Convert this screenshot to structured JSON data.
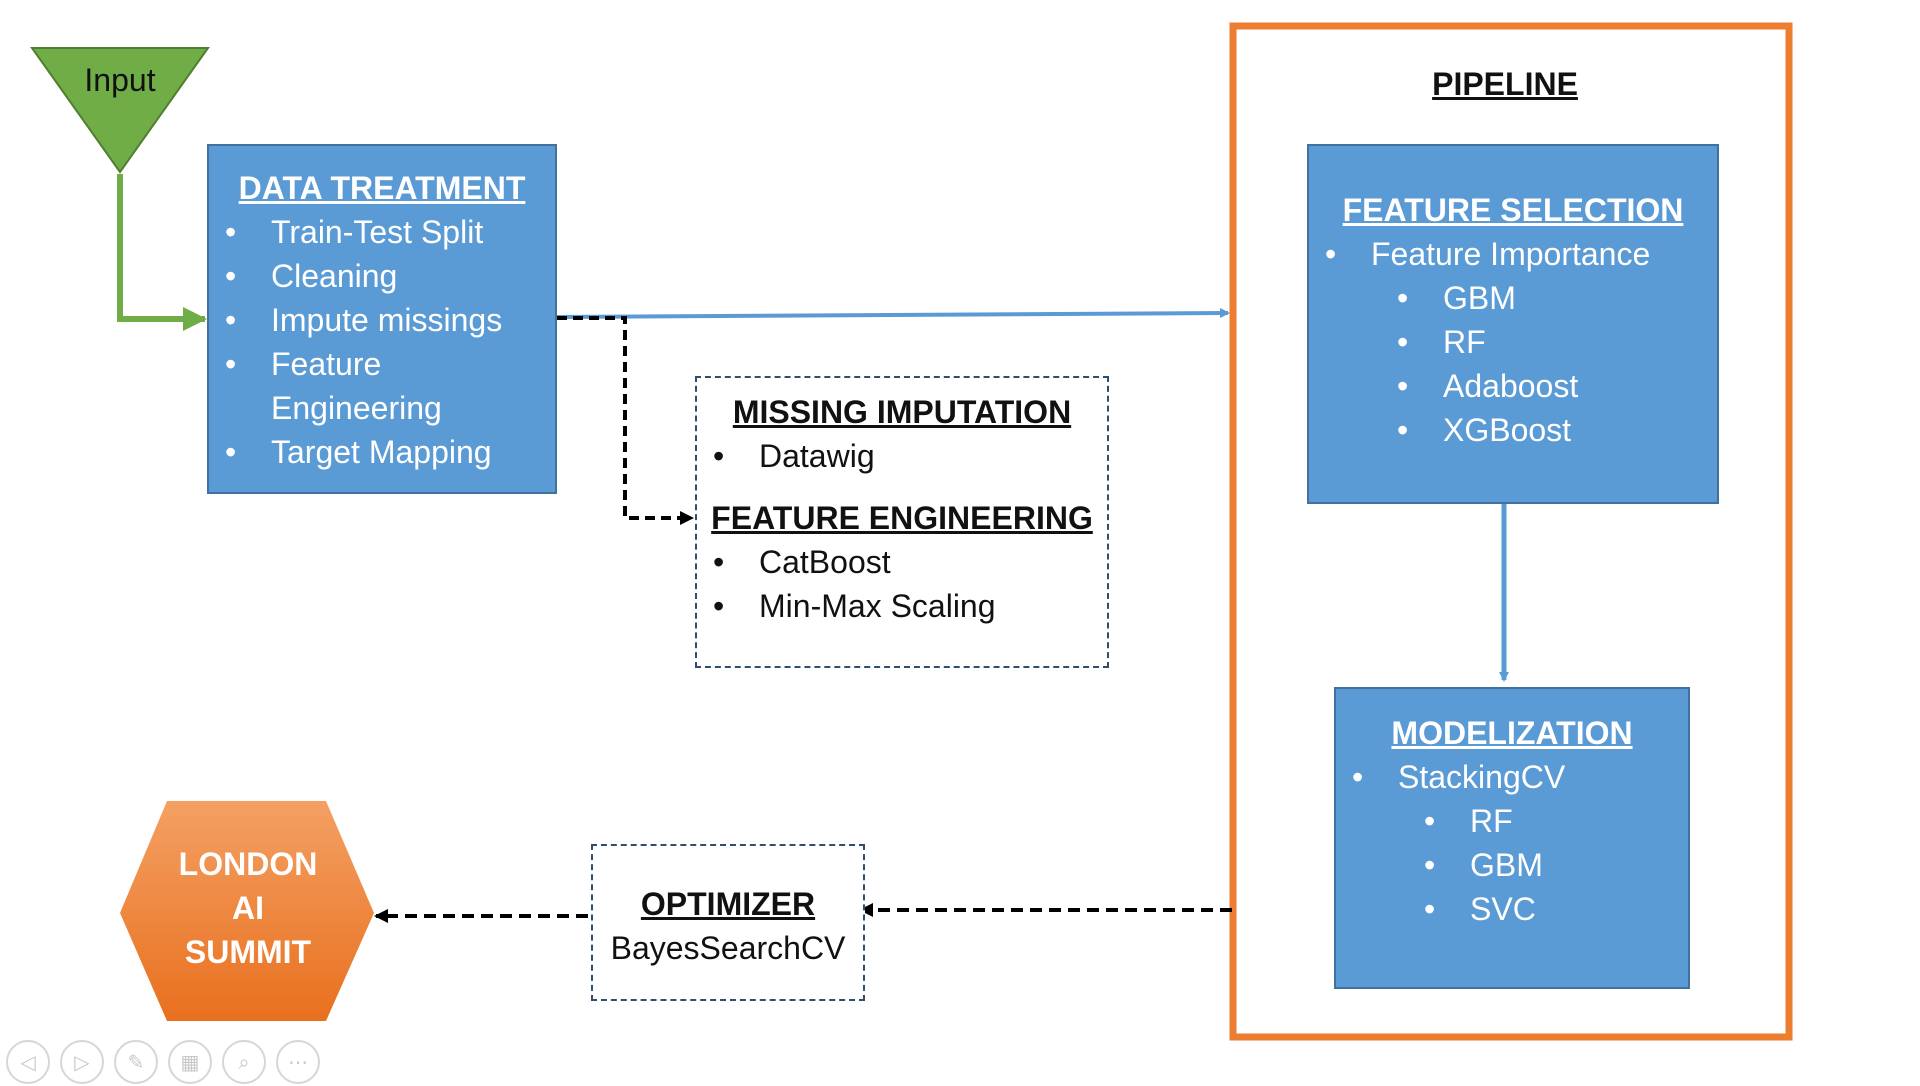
{
  "input_label": "Input",
  "data_treatment": {
    "title": "DATA TREATMENT",
    "items": [
      "Train-Test Split",
      "Cleaning",
      "Impute missings",
      "Feature",
      "Engineering",
      "Target Mapping"
    ]
  },
  "missing_imputation": {
    "title": "MISSING IMPUTATION",
    "items": [
      "Datawig"
    ]
  },
  "feature_engineering": {
    "title": "FEATURE ENGINEERING",
    "items": [
      "CatBoost",
      "Min-Max Scaling"
    ]
  },
  "pipeline": {
    "title": "PIPELINE",
    "feature_selection": {
      "title": "FEATURE SELECTION",
      "item": "Feature Importance",
      "subitems": [
        "GBM",
        "RF",
        "Adaboost",
        "XGBoost"
      ]
    },
    "modelization": {
      "title": "MODELIZATION",
      "item": "StackingCV",
      "subitems": [
        "RF",
        "GBM",
        "SVC"
      ]
    }
  },
  "optimizer": {
    "title": "OPTIMIZER",
    "value": "BayesSearchCV"
  },
  "summit": {
    "lines": [
      "LONDON",
      "AI",
      "SUMMIT"
    ]
  },
  "toolbar": {
    "buttons": [
      {
        "icon": "previous-icon",
        "glyph": "◁"
      },
      {
        "icon": "next-icon",
        "glyph": "▷"
      },
      {
        "icon": "pen-icon",
        "glyph": "✎"
      },
      {
        "icon": "slides-grid-icon",
        "glyph": "▦"
      },
      {
        "icon": "zoom-icon",
        "glyph": "⌕"
      },
      {
        "icon": "more-options-icon",
        "glyph": "⋯"
      }
    ]
  },
  "colors": {
    "box_blue": "#5b9bd5",
    "box_border": "#41719c",
    "input_green": "#70ad47",
    "pipeline_orange": "#ed7d31",
    "connector_blue": "#5b9bd5",
    "connector_dashed": "#000000"
  }
}
